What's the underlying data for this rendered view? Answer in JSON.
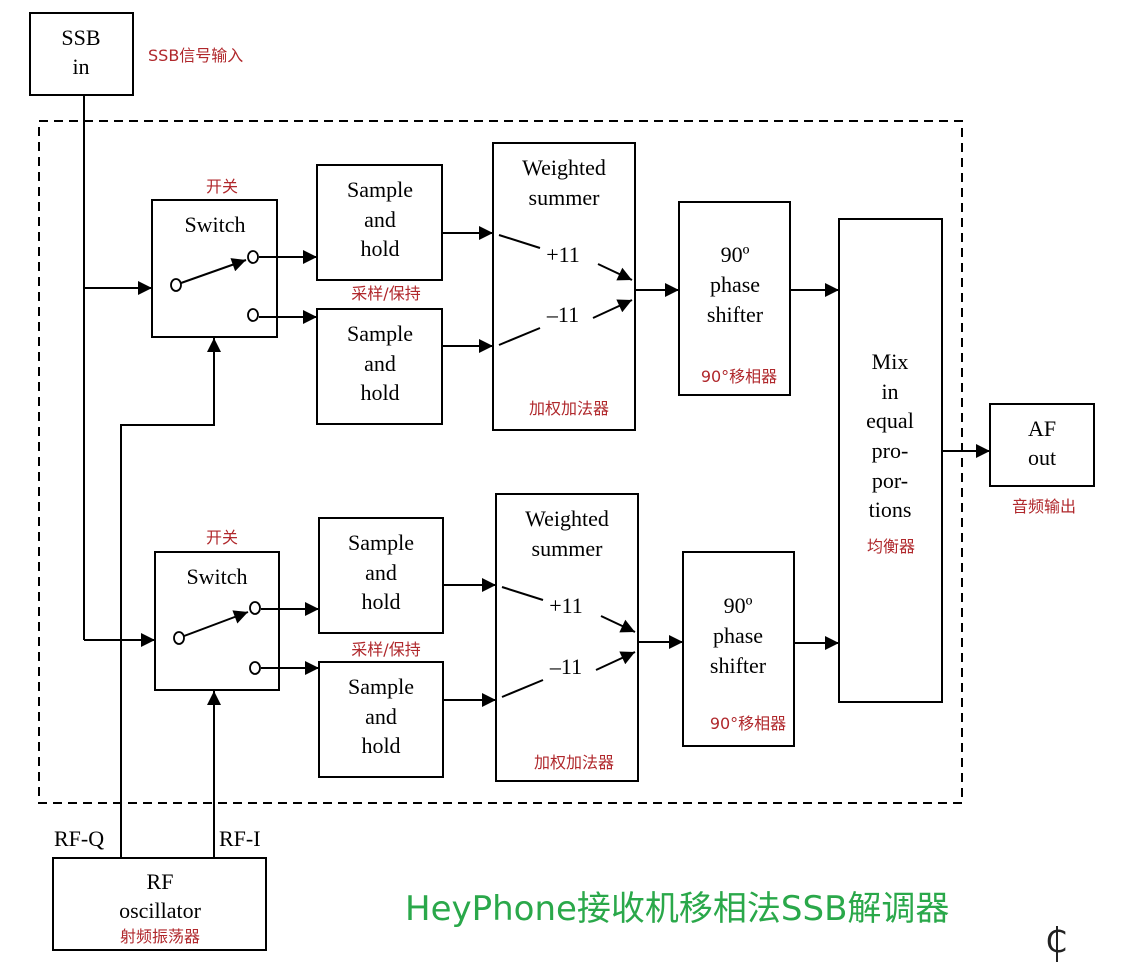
{
  "ssb_in": {
    "line1": "SSB",
    "line2": "in",
    "cn": "SSB信号输入"
  },
  "upper": {
    "switch_label": "Switch",
    "switch_cn": "开关",
    "sh1": [
      "Sample",
      "and",
      "hold"
    ],
    "sh2": [
      "Sample",
      "and",
      "hold"
    ],
    "sh_cn": "采样/保持",
    "summer": [
      "Weighted",
      "summer"
    ],
    "plus": "+11",
    "minus": "–11",
    "summer_cn": "加权加法器",
    "phase": [
      "90º",
      "phase",
      "shifter"
    ],
    "phase_cn": "90°移相器"
  },
  "lower": {
    "switch_label": "Switch",
    "switch_cn": "开关",
    "sh1": [
      "Sample",
      "and",
      "hold"
    ],
    "sh2": [
      "Sample",
      "and",
      "hold"
    ],
    "sh_cn": "采样/保持",
    "summer": [
      "Weighted",
      "summer"
    ],
    "plus": "+11",
    "minus": "–11",
    "summer_cn": "加权加法器",
    "phase": [
      "90º",
      "phase",
      "shifter"
    ],
    "phase_cn": "90°移相器"
  },
  "mix": {
    "lines": [
      "Mix",
      "in",
      "equal",
      "pro-",
      "por-",
      "tions"
    ],
    "cn": "均衡器"
  },
  "af_out": {
    "line1": "AF",
    "line2": "out",
    "cn": "音频输出"
  },
  "rf": {
    "line1": "RF",
    "line2": "oscillator",
    "cn": "射频振荡器",
    "q_label": "RF-Q",
    "i_label": "RF-I"
  },
  "contact_glyph": "o",
  "title": "HeyPhone接收机移相法SSB解调器",
  "logo_text": "C",
  "colors": {
    "annotation": "#b0282c",
    "title": "#2aa84a",
    "line": "#000000"
  }
}
